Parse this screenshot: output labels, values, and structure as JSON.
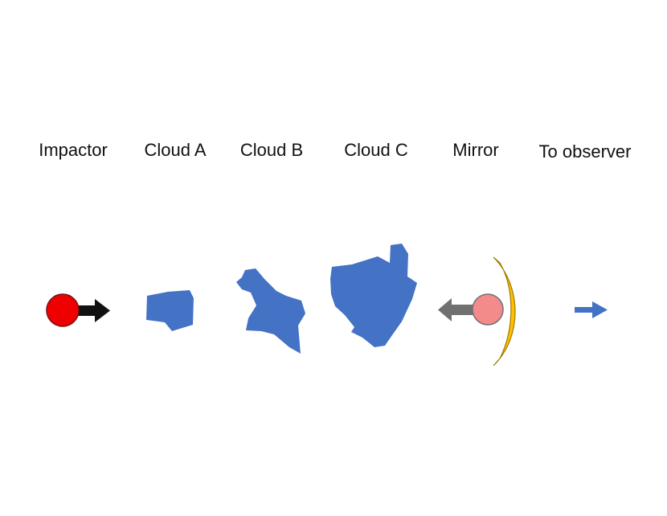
{
  "labels": {
    "impactor": "Impactor",
    "cloud_a": "Cloud A",
    "cloud_b": "Cloud B",
    "cloud_c": "Cloud C",
    "mirror": "Mirror",
    "observer": "To observer"
  },
  "colors": {
    "impactor_fill": "#ee0000",
    "impactor_stroke": "#7a1010",
    "impactor_arrow": "#111111",
    "cloud_fill": "#4472c4",
    "mirror_fill": "#ffc000",
    "mirror_stroke": "#a07a00",
    "mirror_ball_fill": "#f48b8b",
    "mirror_arrow": "#707070",
    "observer_arrow": "#4472c4"
  },
  "icons": {
    "impactor": "circle-with-right-arrow",
    "mirror": "curved-mirror-with-ball-and-left-arrow",
    "observer": "right-arrow"
  }
}
